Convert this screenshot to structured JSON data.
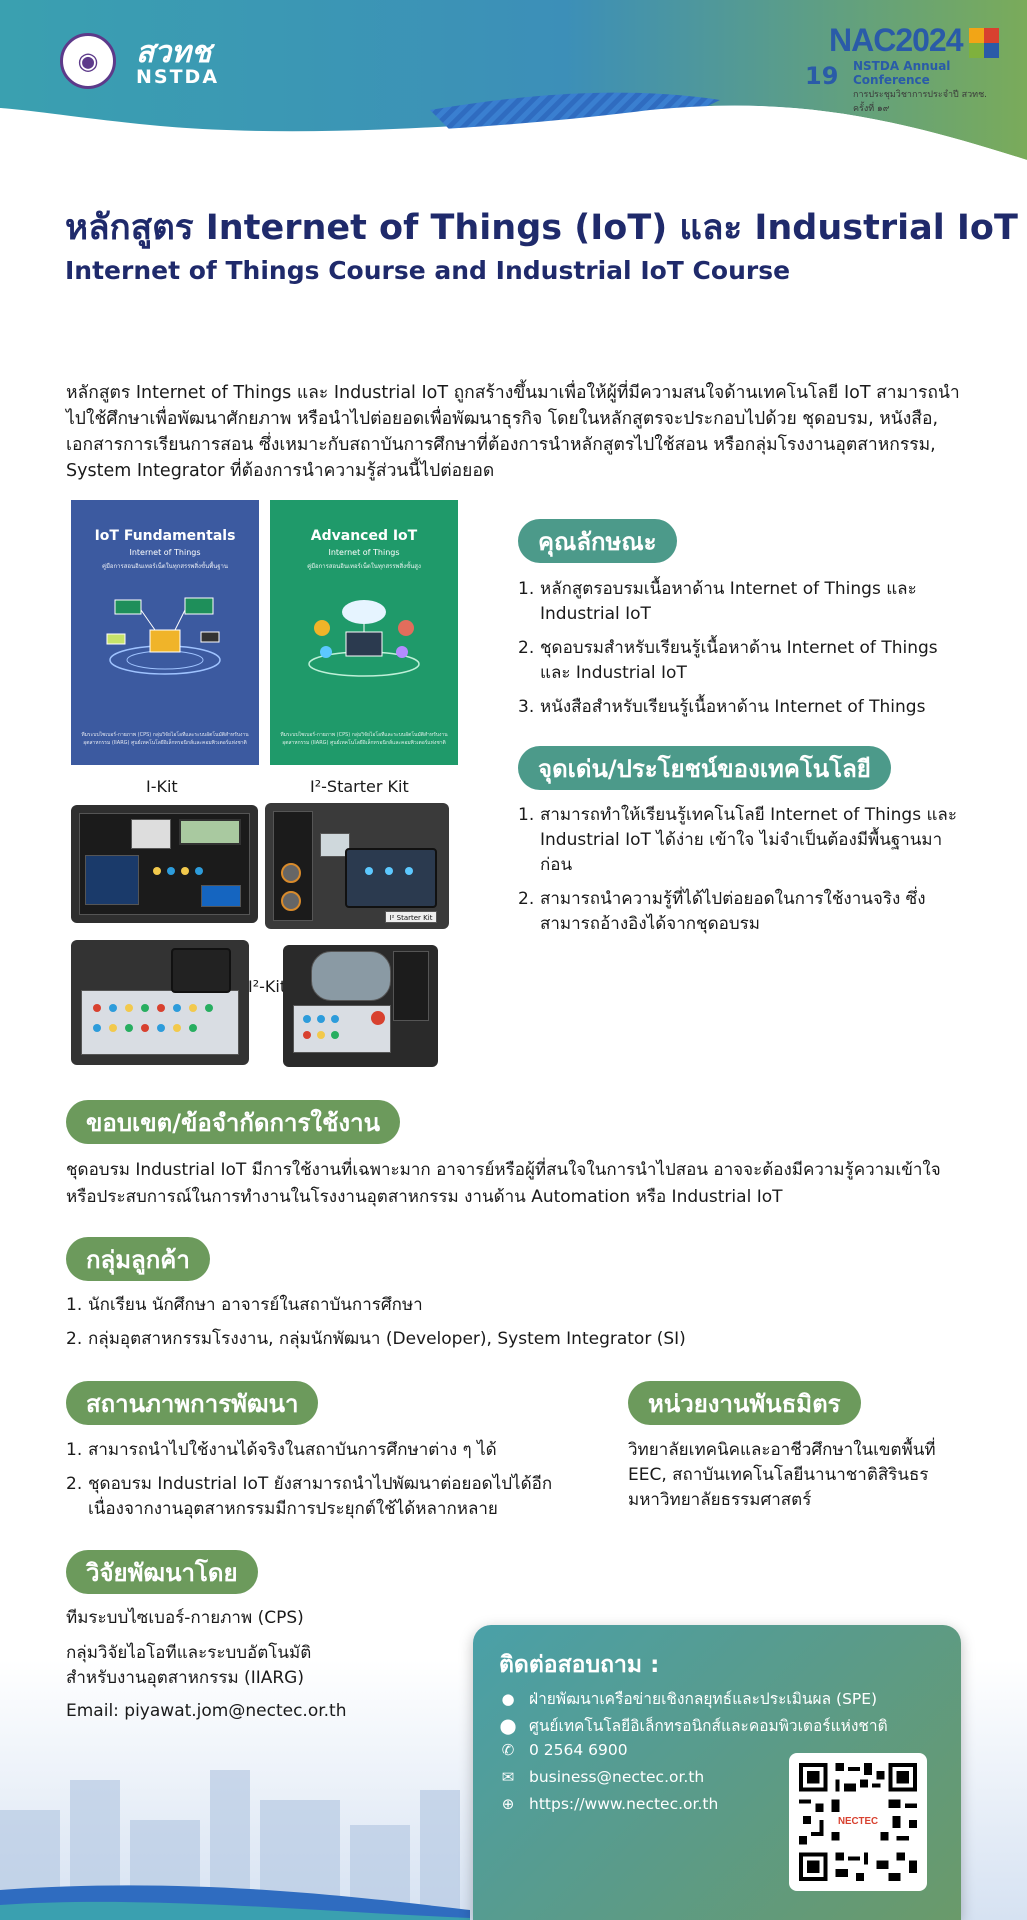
{
  "header": {
    "logo_seal_text": "◉",
    "org_logo_line1": "สวทช",
    "org_logo_line2": "NSTDA",
    "event_title": "NAC2024",
    "event_number": "19",
    "event_subtitle": "NSTDA Annual Conference",
    "event_subtitle_th": "การประชุมวิชาการประจำปี สวทช. ครั้งที่ ๑๙",
    "event_colors": [
      "#f2a516",
      "#d8412f",
      "#7fb13d",
      "#2a5ba8"
    ]
  },
  "title": {
    "th": "หลักสูตร Internet of Things (IoT) และ Industrial IoT",
    "en": "Internet of Things Course and Industrial IoT Course"
  },
  "intro": "หลักสูตร Internet of Things และ Industrial IoT ถูกสร้างขึ้นมาเพื่อให้ผู้ที่มีความสนใจด้านเทคโนโลยี IoT สามารถนำไปใช้ศึกษาเพื่อพัฒนาศักยภาพ หรือนำไปต่อยอดเพื่อพัฒนาธุรกิจ โดยในหลักสูตรจะประกอบไปด้วย ชุดอบรม, หนังสือ, เอกสารการเรียนการสอน ซึ่งเหมาะกับสถาบันการศึกษาที่ต้องการนำหลักสูตรไปใช้สอน หรือกลุ่มโรงงานอุตสาหกรรม, System Integrator ที่ต้องการนำความรู้ส่วนนี้ไปต่อยอด",
  "books": [
    {
      "title": "IoT Fundamentals",
      "subtitle": "Internet of Things",
      "desc": "คู่มือการสอนอินเทอร์เน็ตในทุกสรรพสิ่งขั้นพื้นฐาน",
      "footer": "ทีมระบบไซเบอร์-กายภาพ (CPS) กลุ่มวิจัยไอโอทีและระบบอัตโนมัติสำหรับงานอุตสาหกรรม (IIARG) ศูนย์เทคโนโลยีอิเล็กทรอนิกส์และคอมพิวเตอร์แห่งชาติ",
      "color": "#3c5aa0"
    },
    {
      "title": "Advanced IoT",
      "subtitle": "Internet of Things",
      "desc": "คู่มือการสอนอินเทอร์เน็ตในทุกสรรพสิ่งขั้นสูง",
      "footer": "ทีมระบบไซเบอร์-กายภาพ (CPS) กลุ่มวิจัยไอโอทีและระบบอัตโนมัติสำหรับงานอุตสาหกรรม (IIARG) ศูนย์เทคโนโลยีอิเล็กทรอนิกส์และคอมพิวเตอร์แห่งชาติ",
      "color": "#1f9a6a"
    }
  ],
  "kits": {
    "i_kit": "I-Kit",
    "i2_starter_kit": "I²-Starter Kit",
    "i2_kit": "I²-Kit",
    "starter_label": "I² Starter Kit"
  },
  "features": {
    "heading": "คุณลักษณะ",
    "items": [
      "หลักสูตรอบรมเนื้อหาด้าน Internet of Things และ Industrial IoT",
      "ชุดอบรมสำหรับเรียนรู้เนื้อหาด้าน Internet of Things และ Industrial IoT",
      "หนังสือสำหรับเรียนรู้เนื้อหาด้าน Internet of Things"
    ]
  },
  "benefits": {
    "heading": "จุดเด่น/ประโยชน์ของเทคโนโลยี",
    "items": [
      "สามารถทำให้เรียนรู้เทคโนโลยี Internet of Things และ Industrial IoT ได้ง่าย เข้าใจ ไม่จำเป็นต้องมีพื้นฐานมาก่อน",
      "สามารถนำความรู้ที่ได้ไปต่อยอดในการใช้งานจริง ซึ่งสามารถอ้างอิงได้จากชุดอบรม"
    ]
  },
  "limitations": {
    "heading": "ขอบเขต/ข้อจำกัดการใช้งาน",
    "text": "ชุดอบรม Industrial IoT มีการใช้งานที่เฉพาะมาก อาจารย์หรือผู้ที่สนใจในการนำไปสอน อาจจะต้องมีความรู้ความเข้าใจหรือประสบการณ์ในการทำงานในโรงงานอุตสาหกรรม งานด้าน Automation หรือ Industrial IoT"
  },
  "customers": {
    "heading": "กลุ่มลูกค้า",
    "items": [
      "นักเรียน นักศึกษา อาจารย์ในสถาบันการศึกษา",
      "กลุ่มอุตสาหกรรมโรงงาน, กลุ่มนักพัฒนา (Developer), System Integrator (SI)"
    ]
  },
  "status": {
    "heading": "สถานภาพการพัฒนา",
    "items": [
      "สามารถนำไปใช้งานได้จริงในสถาบันการศึกษาต่าง ๆ ได้",
      "ชุดอบรม Industrial IoT ยังสามารถนำไปพัฒนาต่อยอดไปได้อีก เนื่องจากงานอุตสาหกรรมมีการประยุกต์ใช้ได้หลากหลาย"
    ]
  },
  "partners": {
    "heading": "หน่วยงานพันธมิตร",
    "text": "วิทยาลัยเทคนิคและอาชีวศึกษาในเขตพื้นที่ EEC, สถาบันเทคโนโลยีนานาชาติสิรินธร มหาวิทยาลัยธรรมศาสตร์"
  },
  "research": {
    "heading": "วิจัยพัฒนาโดย",
    "team": "ทีมระบบไซเบอร์-กายภาพ (CPS)",
    "group_line1": "กลุ่มวิจัยไอโอทีและระบบอัตโนมัติ",
    "group_line2": "สำหรับงานอุตสาหกรรม (IIARG)",
    "email": "Email: piyawat.jom@nectec.or.th"
  },
  "contact": {
    "heading": "ติดต่อสอบถาม :",
    "department": "ฝ่ายพัฒนาเครือข่ายเชิงกลยุทธ์และประเมินผล (SPE)",
    "address": "ศูนย์เทคโนโลยีอิเล็กทรอนิกส์และคอมพิวเตอร์แห่งชาติ",
    "phone": "0 2564 6900",
    "email": "business@nectec.or.th",
    "website": "https://www.nectec.or.th",
    "qr_label": "NECTEC"
  },
  "icons": [
    "people-icon",
    "location-icon",
    "phone-icon",
    "mail-icon",
    "globe-icon"
  ]
}
